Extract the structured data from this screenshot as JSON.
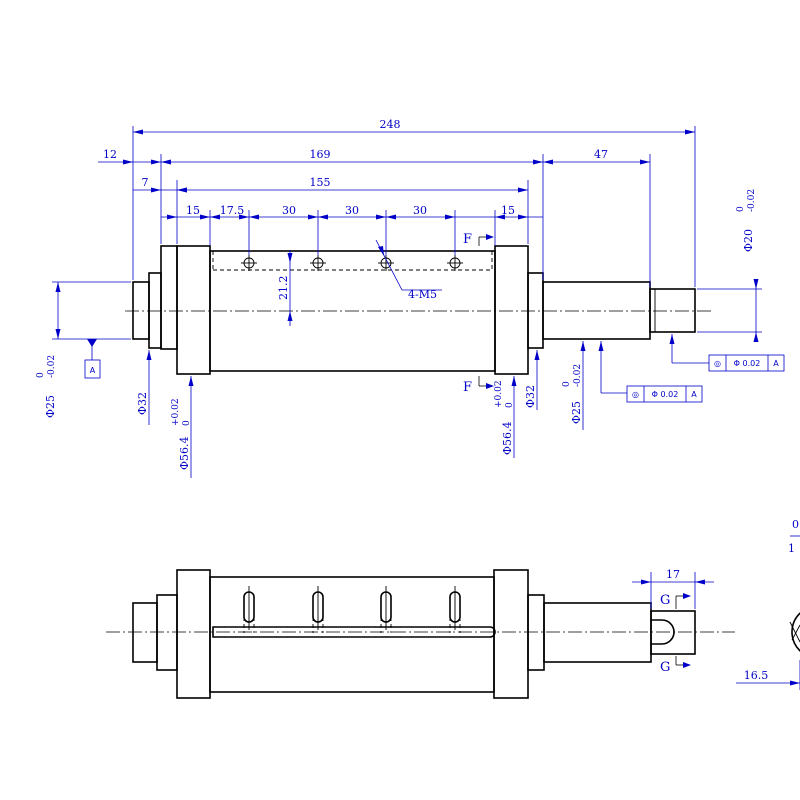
{
  "dimensions": {
    "overall_length": "248",
    "left_stub_length": "12",
    "body_length": "169",
    "right_shaft_length": "47",
    "left_step": "7",
    "hole_span": "155",
    "end_offset_left": "15",
    "first_hole": "17.5",
    "pitch_1": "30",
    "pitch_2": "30",
    "pitch_3": "30",
    "end_offset_right": "15",
    "hole_height": "21.2",
    "hole_callout": "4-M5",
    "dia_20": "Φ20",
    "dia_20_tol_upper": "0",
    "dia_20_tol_lower": "-0.02",
    "dia_25_left": "Φ25",
    "dia_25_left_tol_upper": "0",
    "dia_25_left_tol_lower": "-0.02",
    "dia_32_left": "Φ32",
    "dia_56_left": "Φ56.4",
    "dia_56_left_tol_upper": "+0.02",
    "dia_56_left_tol_lower": "0",
    "dia_56_right": "Φ56.4",
    "dia_56_right_tol_upper": "+0.02",
    "dia_56_right_tol_lower": "0",
    "dia_32_right": "Φ32",
    "dia_25_right": "Φ25",
    "dia_25_right_tol_upper": "0",
    "dia_25_right_tol_lower": "-0.02",
    "keyway_length": "17",
    "keyway_offset": "16.5",
    "partial_dim_top": "0",
    "partial_dim_bottom": "1"
  },
  "datum": {
    "label": "A"
  },
  "tolerance_frames": [
    {
      "symbol": "◎",
      "value": "Φ 0.02",
      "datum": "A"
    },
    {
      "symbol": "◎",
      "value": "Φ 0.02",
      "datum": "A"
    }
  ],
  "section_marks": {
    "f_top": "F",
    "f_bottom": "F",
    "g_top": "G",
    "g_bottom": "G"
  }
}
